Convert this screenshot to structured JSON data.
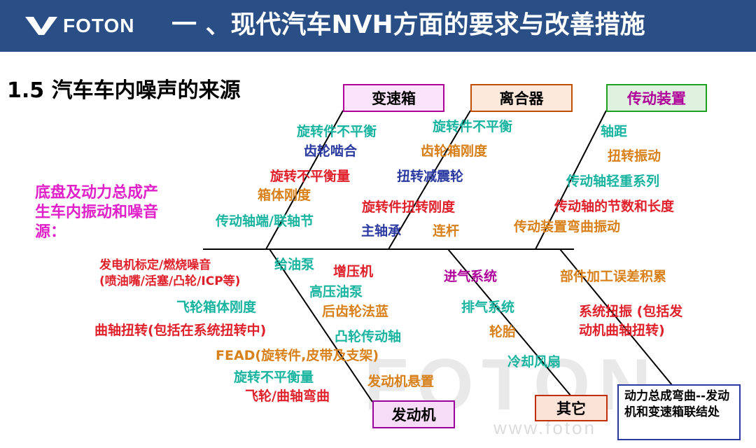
{
  "header": {
    "brand": "FOTON",
    "title": "一 、现代汽车NVH方面的要求与改善措施"
  },
  "subtitle": "1.5 汽车车内噪声的来源",
  "intro": "底盘及动力总成产生车内振动和噪音源：",
  "watermark": {
    "logo_text": "FOTON",
    "url_text": "www.foton"
  },
  "categories": [
    {
      "id": "gearbox",
      "label": "变速箱",
      "border": "#b0009a",
      "bg": "#fbe4fb"
    },
    {
      "id": "clutch",
      "label": "离合器",
      "border": "#c05000",
      "bg": "#fde8dc"
    },
    {
      "id": "drivetrain",
      "label": "传动装置",
      "border": "#20a020",
      "bg": "#dff2df",
      "color": "#b0009a"
    },
    {
      "id": "engine",
      "label": "发动机",
      "border": "#9a009a",
      "bg": "#f6dcf6"
    },
    {
      "id": "other",
      "label": "其它",
      "border": "#c03000",
      "bg": "#fce3d8"
    }
  ],
  "causes": [
    {
      "text": "旋转件不平衡",
      "color": "#18b4a0"
    },
    {
      "text": "齿轮啮合",
      "color": "#2a3aa0"
    },
    {
      "text": "旋转不平衡量",
      "color": "#e0202a"
    },
    {
      "text": "箱体刚度",
      "color": "#d8801a"
    },
    {
      "text": "传动轴端/联轴节",
      "color": "#18b4a0"
    },
    {
      "text": "旋转件不平衡",
      "color": "#18b4a0"
    },
    {
      "text": "齿轮箱刚度",
      "color": "#d8801a"
    },
    {
      "text": "扭转减震轮",
      "color": "#2a3aa0"
    },
    {
      "text": "旋转件扭转刚度",
      "color": "#e0202a"
    },
    {
      "text": "主轴承",
      "color": "#2a3aa0"
    },
    {
      "text": "连杆",
      "color": "#d8801a"
    },
    {
      "text": "轴距",
      "color": "#18b4a0"
    },
    {
      "text": "扭转振动",
      "color": "#d8801a"
    },
    {
      "text": "传动轴轻重系列",
      "color": "#18b4a0"
    },
    {
      "text": "传动轴的节数和长度",
      "color": "#e0202a"
    },
    {
      "text": "传动装置弯曲振动",
      "color": "#d8801a"
    },
    {
      "text": "发电机标定/燃烧噪音",
      "color": "#e0202a"
    },
    {
      "text": "(喷油嘴/活塞/凸轮/ICP等)",
      "color": "#e0202a"
    },
    {
      "text": "给油泵",
      "color": "#18b4a0"
    },
    {
      "text": "增压机",
      "color": "#e0202a"
    },
    {
      "text": "高压油泵",
      "color": "#18b4a0"
    },
    {
      "text": "飞轮箱体刚度",
      "color": "#18b4a0"
    },
    {
      "text": "后齿轮法蓝",
      "color": "#d8801a"
    },
    {
      "text": "曲轴扭转(包括在系统扭转中)",
      "color": "#e0202a"
    },
    {
      "text": "凸轮传动轴",
      "color": "#18b4a0"
    },
    {
      "text": "FEAD(旋转件,皮带及支架)",
      "color": "#d8801a"
    },
    {
      "text": "旋转不平衡量",
      "color": "#18b4a0"
    },
    {
      "text": "发动机悬置",
      "color": "#d8801a"
    },
    {
      "text": "飞轮/曲轴弯曲",
      "color": "#e0202a"
    },
    {
      "text": "进气系统",
      "color": "#b0009a"
    },
    {
      "text": "部件加工误差积累",
      "color": "#d8801a"
    },
    {
      "text": "排气系统",
      "color": "#18b4a0"
    },
    {
      "text": "系统扭振 (包括发",
      "color": "#e0202a"
    },
    {
      "text": "动机曲轴扭转)",
      "color": "#e0202a"
    },
    {
      "text": "轮胎",
      "color": "#d8801a"
    },
    {
      "text": "冷却风扇",
      "color": "#18b4a0"
    }
  ],
  "note": "动力总成弯曲--发动机和变速箱联结处"
}
